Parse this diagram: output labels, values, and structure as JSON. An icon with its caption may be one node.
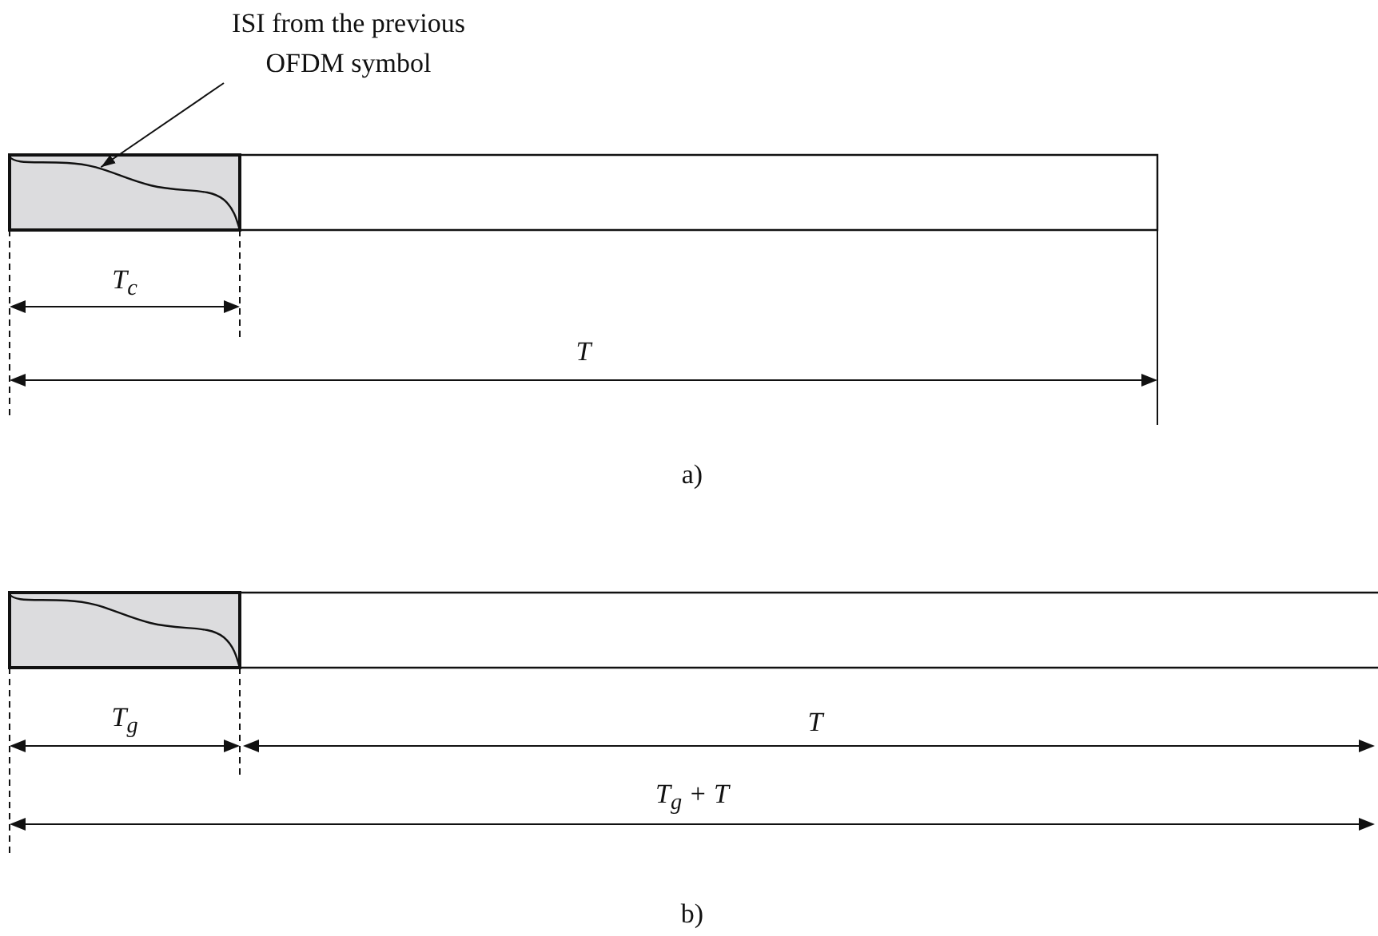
{
  "diagram": {
    "nodes": [
      {
        "text": [
          "ISI from the previous OFDM symbol"
        ]
      },
      {
        "text": [],
        "shape": "curve"
      }
    ],
    "edges": [
      {
        "from": 0,
        "to": 1,
        "arrow": "to"
      }
    ],
    "labels": [
      "T$_{c}$",
      "T",
      "a)",
      "T$_{g}$",
      "T",
      "T$_{g}$ + T",
      "b)"
    ]
  }
}
